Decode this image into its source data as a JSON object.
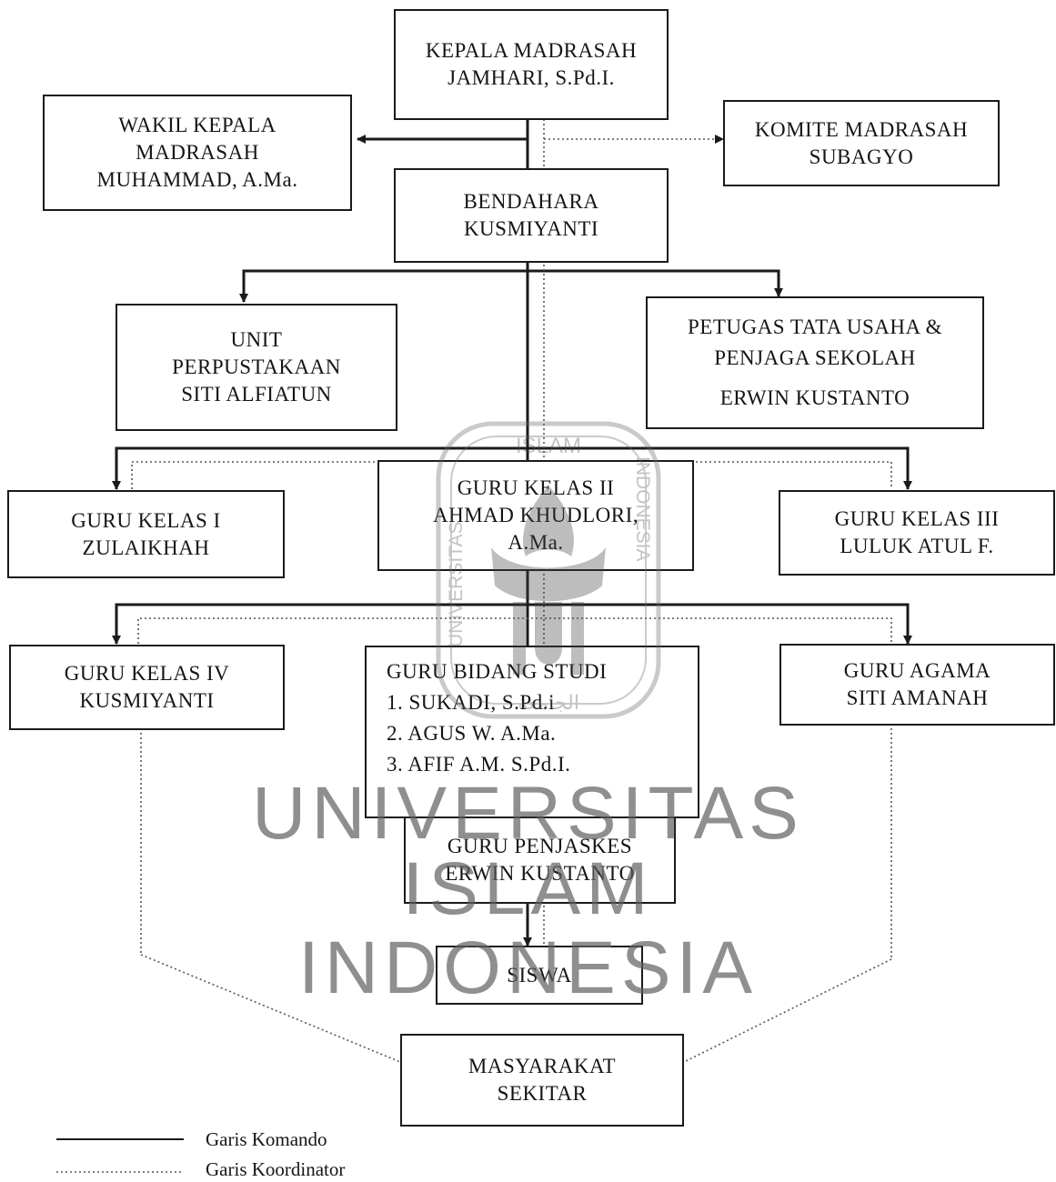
{
  "boxes": {
    "kepala": [
      "KEPALA MADRASAH",
      "JAMHARI, S.Pd.I."
    ],
    "wakil": [
      "WAKIL KEPALA",
      "MADRASAH",
      "MUHAMMAD, A.Ma."
    ],
    "komite": [
      "KOMITE MADRASAH",
      "SUBAGYO"
    ],
    "bendahara": [
      "BENDAHARA",
      "KUSMIYANTI"
    ],
    "perpustakaan": [
      "UNIT",
      "PERPUSTAKAAN",
      "SITI ALFIATUN"
    ],
    "tata_usaha": [
      "PETUGAS TATA USAHA &",
      "PENJAGA SEKOLAH",
      "ERWIN KUSTANTO"
    ],
    "kelas1": [
      "GURU KELAS I",
      "ZULAIKHAH"
    ],
    "kelas2": [
      "GURU KELAS II",
      "AHMAD KHUDLORI,",
      "A.Ma."
    ],
    "kelas3": [
      "GURU KELAS III",
      "LULUK ATUL F."
    ],
    "kelas4": [
      "GURU KELAS IV",
      "KUSMIYANTI"
    ],
    "bidang_studi": [
      "GURU BIDANG STUDI",
      "1.  SUKADI, S.Pd.i",
      "2.  AGUS W. A.Ma.",
      "3.  AFIF A.M. S.Pd.I."
    ],
    "agama": [
      "GURU AGAMA",
      "SITI AMANAH"
    ],
    "penjaskes": [
      "GURU PENJASKES",
      "ERWIN KUSTANTO"
    ],
    "siswa": [
      "SISWA"
    ],
    "masyarakat": [
      "MASYARAKAT",
      "SEKITAR"
    ]
  },
  "legend": {
    "komando": "Garis Komando",
    "koordinator": "Garis Koordinator"
  },
  "watermark": {
    "seal_top": "ISLAM",
    "seal_left": "UNIVERSITAS",
    "seal_right": "INDONESIA",
    "seal_arabic": "الجامعة",
    "line1": "UNIVERSITAS",
    "line2": "ISLAM",
    "line3": "INDONESIA"
  }
}
